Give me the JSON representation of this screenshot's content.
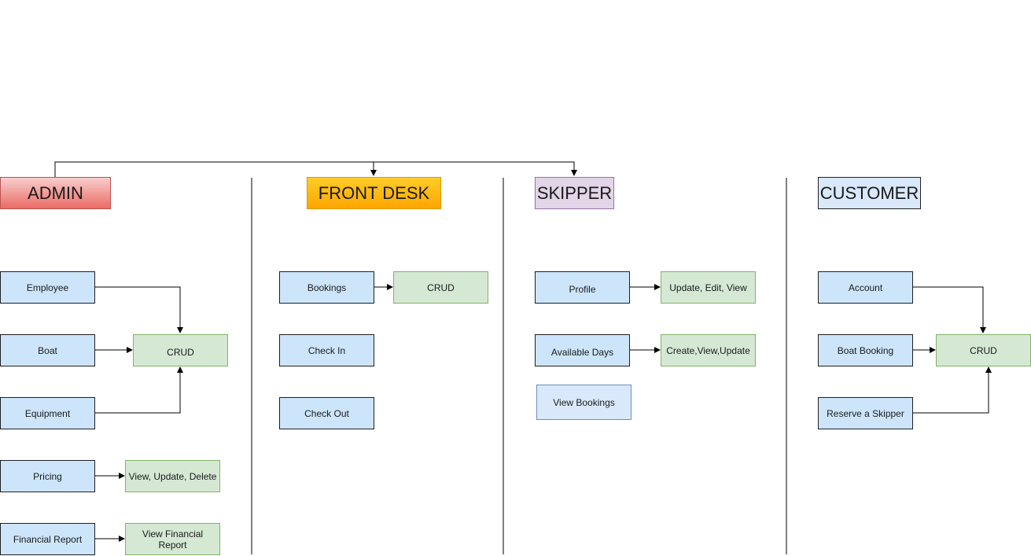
{
  "roles": {
    "admin": "ADMIN",
    "front_desk": "FRONT DESK",
    "skipper": "SKIPPER",
    "customer": "CUSTOMER"
  },
  "admin": {
    "employee": "Employee",
    "boat": "Boat",
    "equipment": "Equipment",
    "pricing": "Pricing",
    "financial_report": "Financial Report",
    "crud": "CRUD",
    "pricing_actions": "View, Update, Delete",
    "report_actions": "View Financial Report"
  },
  "front_desk": {
    "bookings": "Bookings",
    "check_in": "Check In",
    "check_out": "Check Out",
    "crud": "CRUD"
  },
  "skipper": {
    "profile": "Profile",
    "available_days": "Available Days",
    "view_bookings": "View Bookings",
    "profile_actions": "Update, Edit, View",
    "days_actions": "Create,View,Update"
  },
  "customer": {
    "account": "Account",
    "boat_booking": "Boat Booking",
    "reserve_skipper": "Reserve a Skipper",
    "crud": "CRUD"
  },
  "colors": {
    "entity_fill": "#cce5fb",
    "action_fill": "#d5e8d4",
    "action_border": "#82b366",
    "admin_fill": "#ea6b66",
    "front_desk_fill": "#ffa500",
    "skipper_fill": "#e1d5e7",
    "customer_fill": "#dae8fc"
  }
}
